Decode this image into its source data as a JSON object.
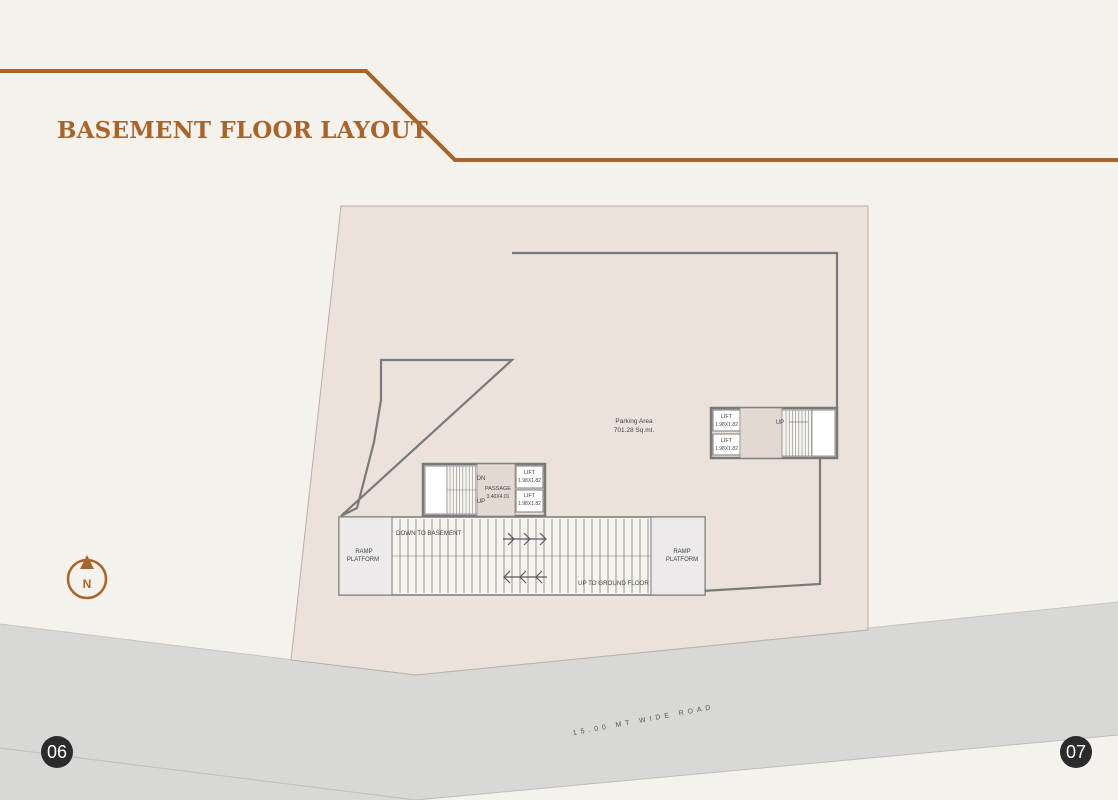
{
  "page": {
    "title": "BASEMENT FLOOR LAYOUT",
    "page_left": "06",
    "page_right": "07"
  },
  "colors": {
    "accent": "#a7652c",
    "background": "#f5f2ed",
    "plot": "#ebe2dc",
    "road": "#d8d8d7",
    "wall": "#7a7a7a",
    "badge": "#2b2b2b"
  },
  "compass": {
    "label": "N",
    "icon": "north-arrow-icon"
  },
  "road": {
    "label": "15.00 MT WIDE ROAD"
  },
  "plan": {
    "parking": {
      "name": "Parking Area",
      "area": "701.28 Sq.mt."
    },
    "lift_right_top": {
      "name": "LIFT",
      "size": "1.98X1.82"
    },
    "lift_right_bottom": {
      "name": "LIFT",
      "size": "1.98X1.82"
    },
    "stair_right": {
      "label": "UP"
    },
    "lift_left_top": {
      "name": "LIFT",
      "size": "1.98X1.82"
    },
    "lift_left_bottom": {
      "name": "LIFT",
      "size": "1.98X1.82"
    },
    "passage": {
      "name": "PASSAGE",
      "size": "3.40X4.01"
    },
    "stair_left": {
      "down": "DN",
      "up": "UP"
    },
    "ramp": {
      "down_label": "DOWN TO BASEMENT",
      "up_label": "UP TO GROUND FLOOR",
      "left_platform_1": "RAMP",
      "left_platform_2": "PLATFORM",
      "right_platform_1": "RAMP",
      "right_platform_2": "PLATFORM"
    }
  }
}
